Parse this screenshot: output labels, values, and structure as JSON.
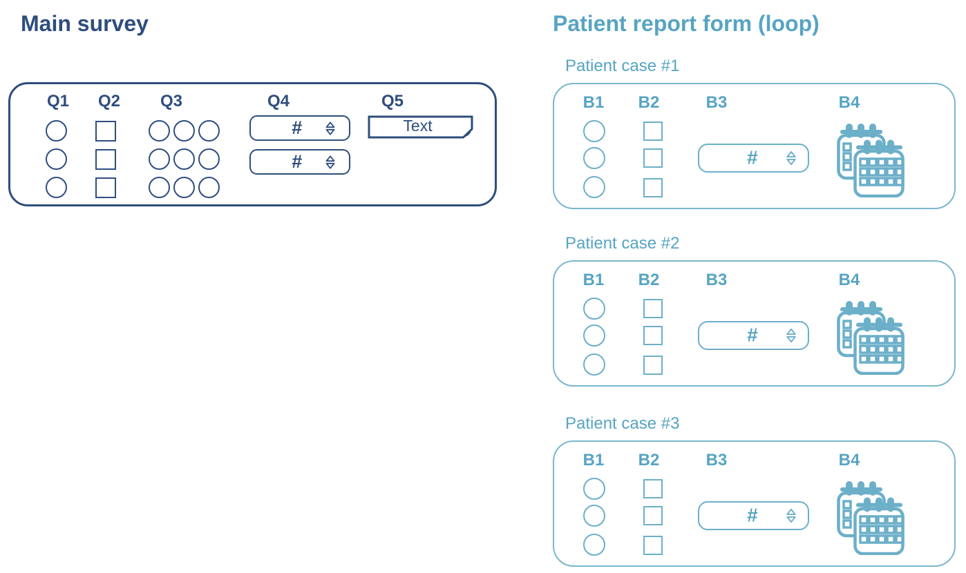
{
  "symbols": {
    "number": "#"
  },
  "colors": {
    "navy": "#2E4D7E",
    "teal_text": "#57A4C2",
    "teal_border": "#7AB6CD",
    "teal_shape": "#6CAFC9"
  },
  "main_survey": {
    "title": "Main survey",
    "question_labels": [
      "Q1",
      "Q2",
      "Q3",
      "Q4",
      "Q5"
    ],
    "q1": {
      "type": "radio-column",
      "options": 3
    },
    "q2": {
      "type": "checkbox-column",
      "options": 3
    },
    "q3": {
      "type": "radio-grid",
      "rows": 3,
      "cols": 3
    },
    "q4": {
      "type": "number-input",
      "count": 2,
      "symbol": "#"
    },
    "q5": {
      "type": "text-input",
      "value": "Text"
    }
  },
  "patient_form": {
    "title": "Patient report form (loop)",
    "block_labels": [
      "B1",
      "B2",
      "B3",
      "B4"
    ],
    "cases": [
      {
        "label": "Patient case #1"
      },
      {
        "label": "Patient case #2"
      },
      {
        "label": "Patient case #3"
      }
    ],
    "b1": {
      "type": "radio-column",
      "options": 3
    },
    "b2": {
      "type": "checkbox-column",
      "options": 3
    },
    "b3": {
      "type": "number-input",
      "symbol": "#"
    },
    "b4": {
      "type": "date-input"
    }
  },
  "icons": {
    "calendar": "overlapping-calendars-icon",
    "number_stepper": "up-down-outline-triangles-icon"
  }
}
